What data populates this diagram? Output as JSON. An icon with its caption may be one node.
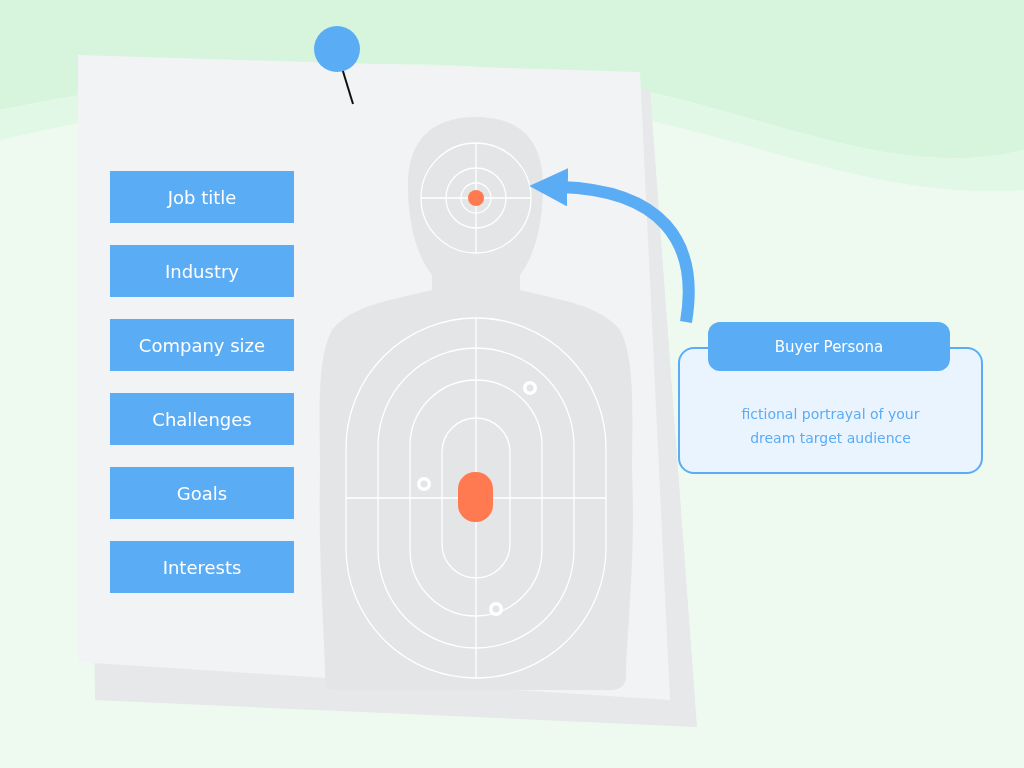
{
  "diagram": {
    "nodes": [
      {
        "text": [
          "Job title"
        ]
      },
      {
        "text": [
          "Industry"
        ]
      },
      {
        "text": [
          "Company size"
        ]
      },
      {
        "text": [
          "Challenges"
        ]
      },
      {
        "text": [
          "Goals"
        ]
      },
      {
        "text": [
          "Interests"
        ]
      },
      {
        "text": [],
        "shape": "picture"
      },
      {
        "text": [
          "Buyer Persona",
          "fictional portrayal of your dream target audience"
        ]
      }
    ],
    "edges": [
      {
        "from": 7,
        "to": 6,
        "arrow": "to"
      }
    ]
  }
}
